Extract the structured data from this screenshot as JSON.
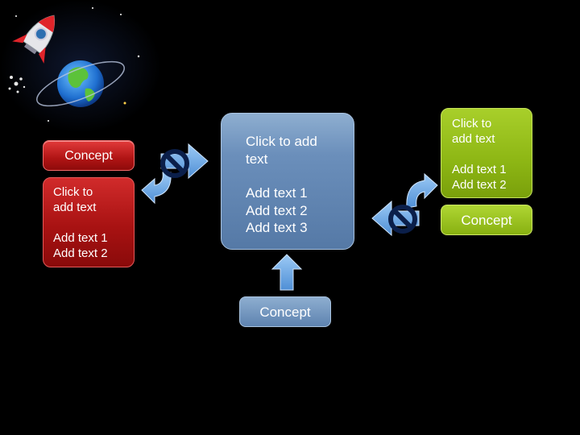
{
  "left_column": {
    "label": "Concept",
    "body_lines": [
      "Click to",
      "add text",
      "Add text 1",
      "Add text 2"
    ]
  },
  "center_column": {
    "heading_lines": [
      "Click to add",
      "text"
    ],
    "body_lines": [
      "Add text 1",
      "Add text 2",
      "Add text 3"
    ],
    "label": "Concept"
  },
  "right_column": {
    "body_lines": [
      "Click to",
      "add text",
      "Add text 1",
      "Add text 2"
    ],
    "label": "Concept"
  },
  "icons": {
    "decoration": [
      "rocket-icon",
      "earth-icon"
    ],
    "arrows": [
      "right-arrow-icon",
      "curved-arrow-icon",
      "left-arrow-icon",
      "up-arrow-icon"
    ],
    "prohibited": [
      "prohibited-icon"
    ]
  },
  "colors": {
    "background": "#000000",
    "red": "#b01414",
    "blue": "#6b8fbb",
    "green": "#8db614",
    "arrow": "#6aa6e6",
    "prohibited": "#0b1f4a"
  }
}
